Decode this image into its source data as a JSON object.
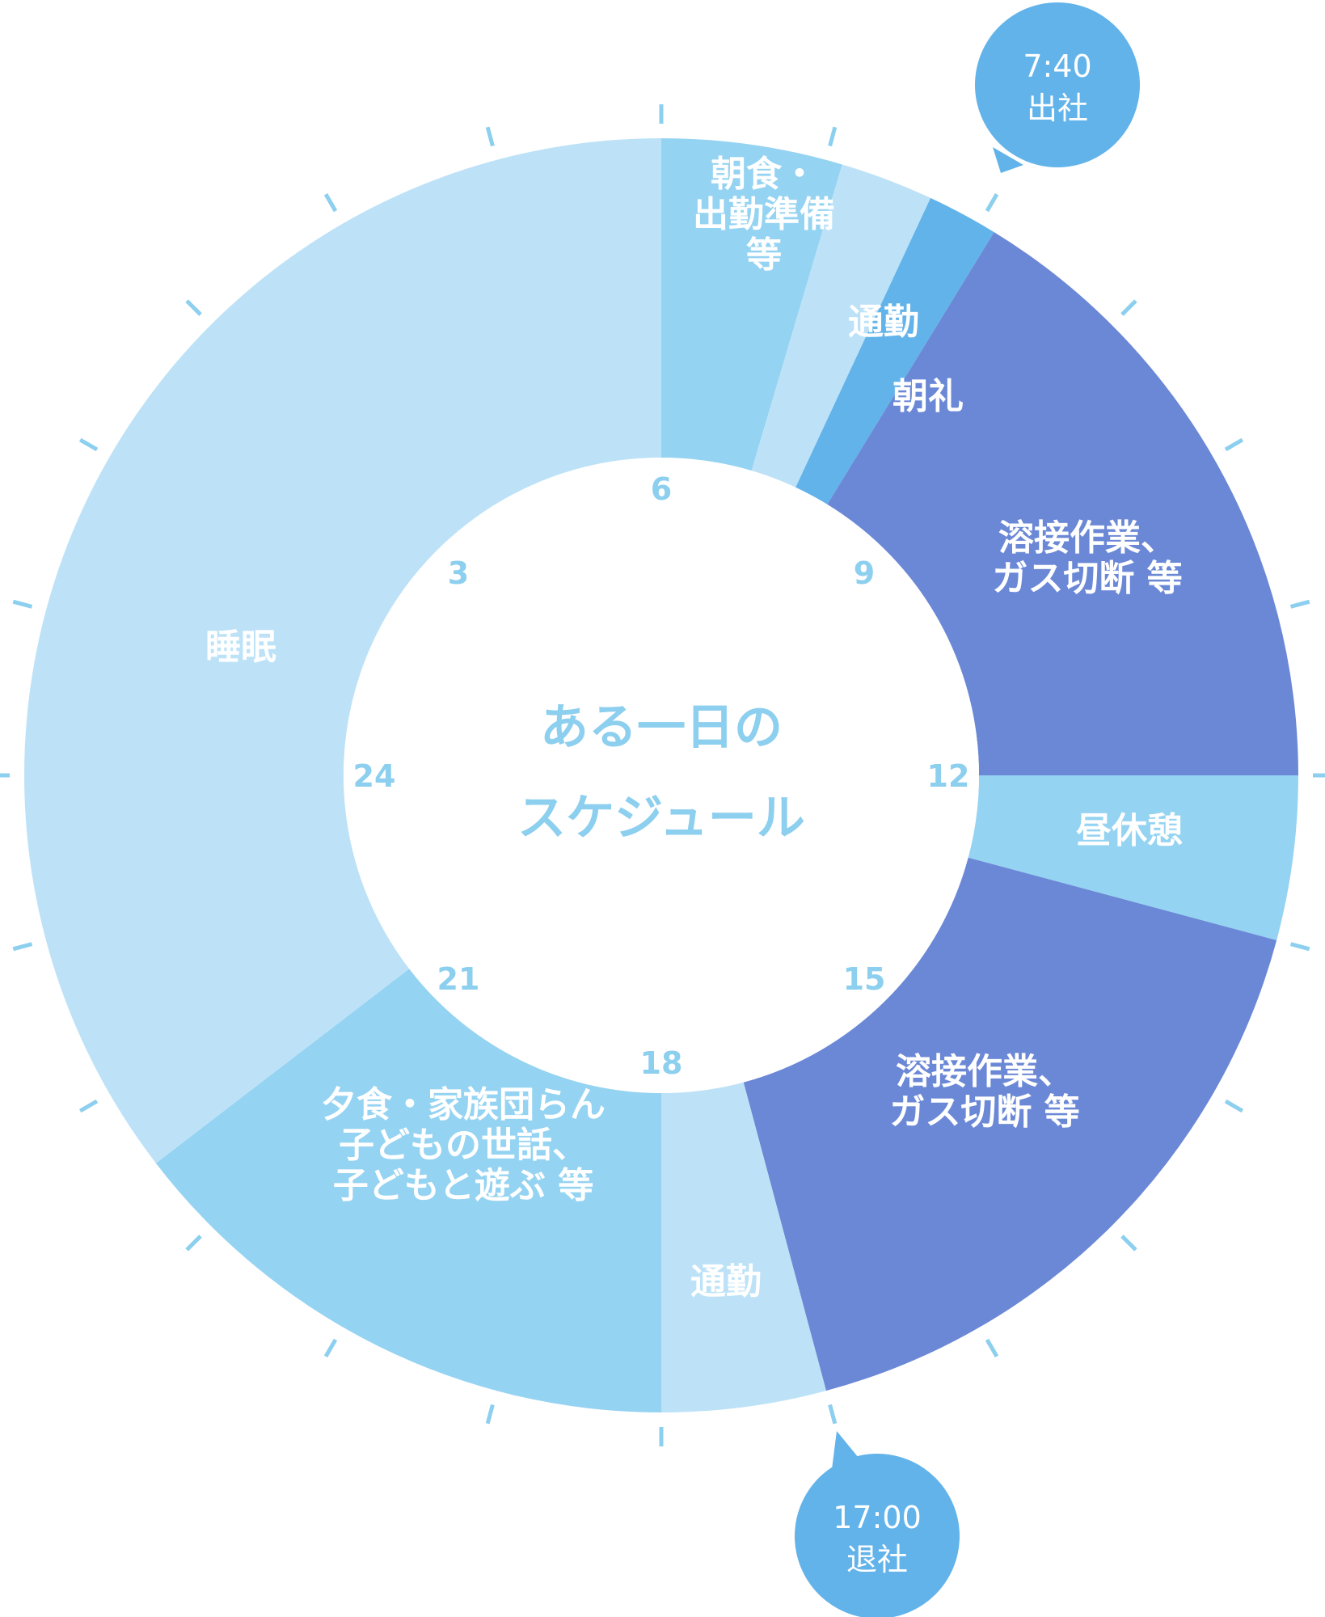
{
  "title": [
    "ある一日の",
    "スケジュール"
  ],
  "colors": {
    "light": "#bde2f7",
    "medium": "#95d3f2",
    "accent": "#62b3ea",
    "work": "#6b88d6",
    "tick": "#8ccfee",
    "hour_label": "#8ccfee",
    "callout": "#62b3ea"
  },
  "hour_labels": [
    "24",
    "3",
    "6",
    "9",
    "12",
    "15",
    "18",
    "21"
  ],
  "segments": [
    {
      "id": "breakfast",
      "start": 6.0,
      "end": 7.1,
      "color": "medium",
      "lines": [
        "朝食・",
        "出勤準備",
        "等"
      ]
    },
    {
      "id": "commute-am",
      "start": 7.1,
      "end": 7.667,
      "color": "light",
      "lines": [
        "通勤"
      ]
    },
    {
      "id": "morning-meeting",
      "start": 7.667,
      "end": 8.1,
      "color": "accent",
      "lines": [
        "朝礼"
      ]
    },
    {
      "id": "work-am",
      "start": 8.1,
      "end": 12.0,
      "color": "work",
      "lines": [
        "溶接作業、",
        "ガス切断 等"
      ]
    },
    {
      "id": "lunch",
      "start": 12.0,
      "end": 13.0,
      "color": "medium",
      "lines": [
        "昼休憩"
      ]
    },
    {
      "id": "work-pm",
      "start": 13.0,
      "end": 17.0,
      "color": "work",
      "lines": [
        "溶接作業、",
        "ガス切断 等"
      ]
    },
    {
      "id": "commute-pm",
      "start": 17.0,
      "end": 18.0,
      "color": "light",
      "lines": [
        "通勤"
      ]
    },
    {
      "id": "dinner-family",
      "start": 18.0,
      "end": 21.5,
      "color": "medium",
      "lines": [
        "夕食・家族団らん",
        "子どもの世話、",
        "子どもと遊ぶ 等"
      ]
    },
    {
      "id": "sleep",
      "start": 21.5,
      "end": 30.0,
      "color": "light",
      "lines": [
        "睡眠"
      ]
    }
  ],
  "callouts": [
    {
      "id": "arrive",
      "time": "7:40",
      "label": "出社"
    },
    {
      "id": "leave",
      "time": "17:00",
      "label": "退社"
    }
  ]
}
